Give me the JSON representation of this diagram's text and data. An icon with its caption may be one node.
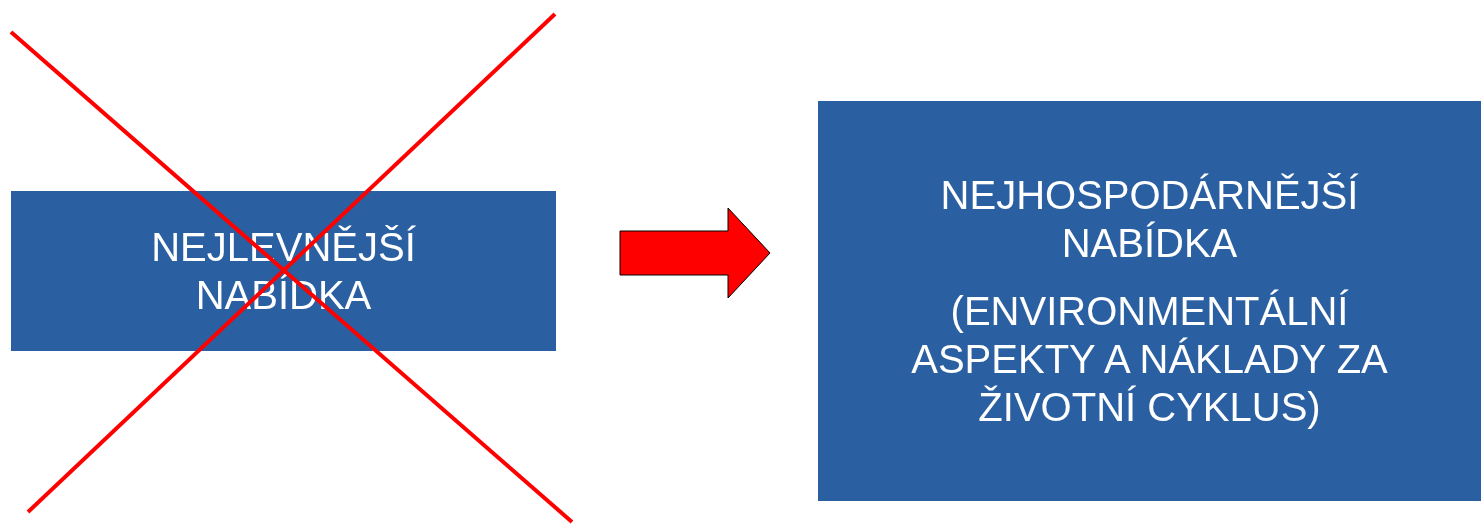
{
  "diagram": {
    "nodes": [
      {
        "text": [
          "NEJLEVNĚJŠÍ NABÍDKA"
        ]
      },
      {
        "text": [
          "NEJHOSPODÁRNĚJŠÍ NABÍDKA",
          "(ENVIRONMENTÁLNÍ ASPEKTY A NÁKLADY ZA ŽIVOTNÍ CYKLUS)"
        ]
      }
    ],
    "edges": [
      {
        "from": 0,
        "to": 1,
        "arrow": "to",
        "style": "thick",
        "color": "#ff0000"
      }
    ]
  }
}
